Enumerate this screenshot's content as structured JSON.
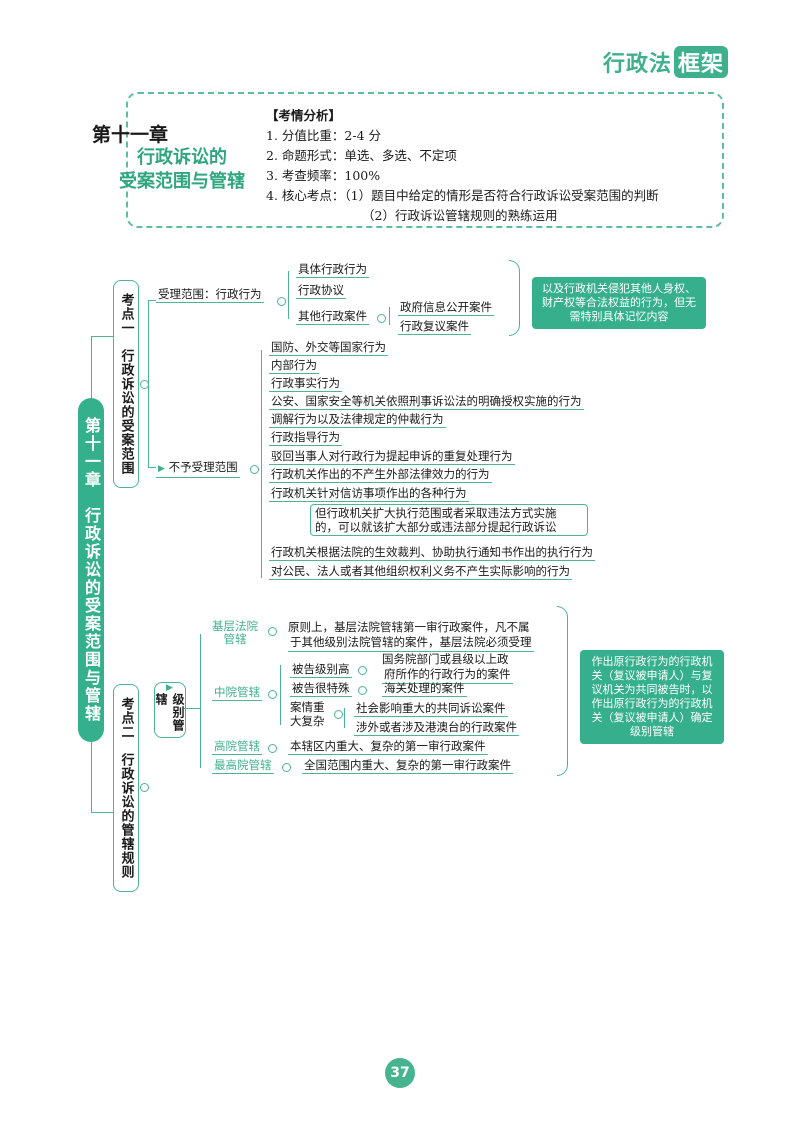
{
  "brand": {
    "text": "行政法",
    "boxed": "框架"
  },
  "chapter": {
    "number": "第十一章",
    "title_1": "行政诉讼的",
    "title_2": "受案范围与管辖"
  },
  "analysis": {
    "heading": "【考情分析】",
    "items": [
      "1. 分值比重：2-4 分",
      "2. 命题形式：单选、多选、不定项",
      "3. 考查频率：100%",
      "4. 核心考点：（1）题目中给定的情形是否符合行政诉讼受案范围的判断"
    ],
    "item_4b": "（2）行政诉讼管辖规则的熟练运用"
  },
  "side_bar": "第十一章　行政诉讼的受案范围与管辖",
  "point1": {
    "label": "考点一　行政诉讼的受案范围",
    "accept": {
      "label": "受理范围：行政行为",
      "children": [
        "具体行政行为",
        "行政协议",
        "其他行政案件"
      ],
      "other_children": [
        "政府信息公开案件",
        "行政复议案件"
      ],
      "note": "以及行政机关侵犯其他人身权、财产权等合法权益的行为，但无需特别具体记忆内容"
    },
    "reject": {
      "label": "不予受理范围",
      "children": [
        "国防、外交等国家行为",
        "内部行为",
        "行政事实行为",
        "公安、国家安全等机关依照刑事诉讼法的明确授权实施的行为",
        "调解行为以及法律规定的仲裁行为",
        "行政指导行为",
        "驳回当事人对行政行为提起申诉的重复处理行为",
        "行政机关作出的不产生外部法律效力的行为",
        "行政机关针对信访事项作出的各种行为"
      ],
      "sub_note_1": "但行政机关扩大执行范围或者采取违法方式实施",
      "sub_note_2": "的，可以就该扩大部分或违法部分提起行政诉讼",
      "children_after": [
        "行政机关根据法院的生效裁判、协助执行通知书作出的执行行为",
        "对公民、法人或者其他组织权利义务不产生实际影响的行为"
      ]
    }
  },
  "point2": {
    "label": "考点二　行政诉讼的管辖规则",
    "level": "级别管辖",
    "basic": {
      "label_1": "基层法院",
      "label_2": "管辖",
      "text_1": "原则上，基层法院管辖第一审行政案件，凡不属",
      "text_2": "于其他级别法院管辖的案件，基层法院必须受理"
    },
    "middle": {
      "label": "中院管辖",
      "defendant_high": "被告级别高",
      "defendant_high_text_1": "国务院部门或县级以上政",
      "defendant_high_text_2": "府所作的行政行为的案件",
      "defendant_special": "被告很特殊",
      "defendant_special_text": "海关处理的案件",
      "complex_1": "案情重",
      "complex_2": "大复杂",
      "complex_items": [
        "社会影响重大的共同诉讼案件",
        "涉外或者涉及港澳台的行政案件"
      ]
    },
    "high": {
      "label": "高院管辖",
      "text": "本辖区内重大、复杂的第一审行政案件"
    },
    "supreme": {
      "label": "最高院管辖",
      "text": "全国范围内重大、复杂的第一审行政案件"
    },
    "note": "作出原行政行为的行政机关（复议被申请人）与复议机关为共同被告时，以作出原行政行为的行政机关（复议被申请人）确定级别管辖"
  },
  "page_number": "37"
}
